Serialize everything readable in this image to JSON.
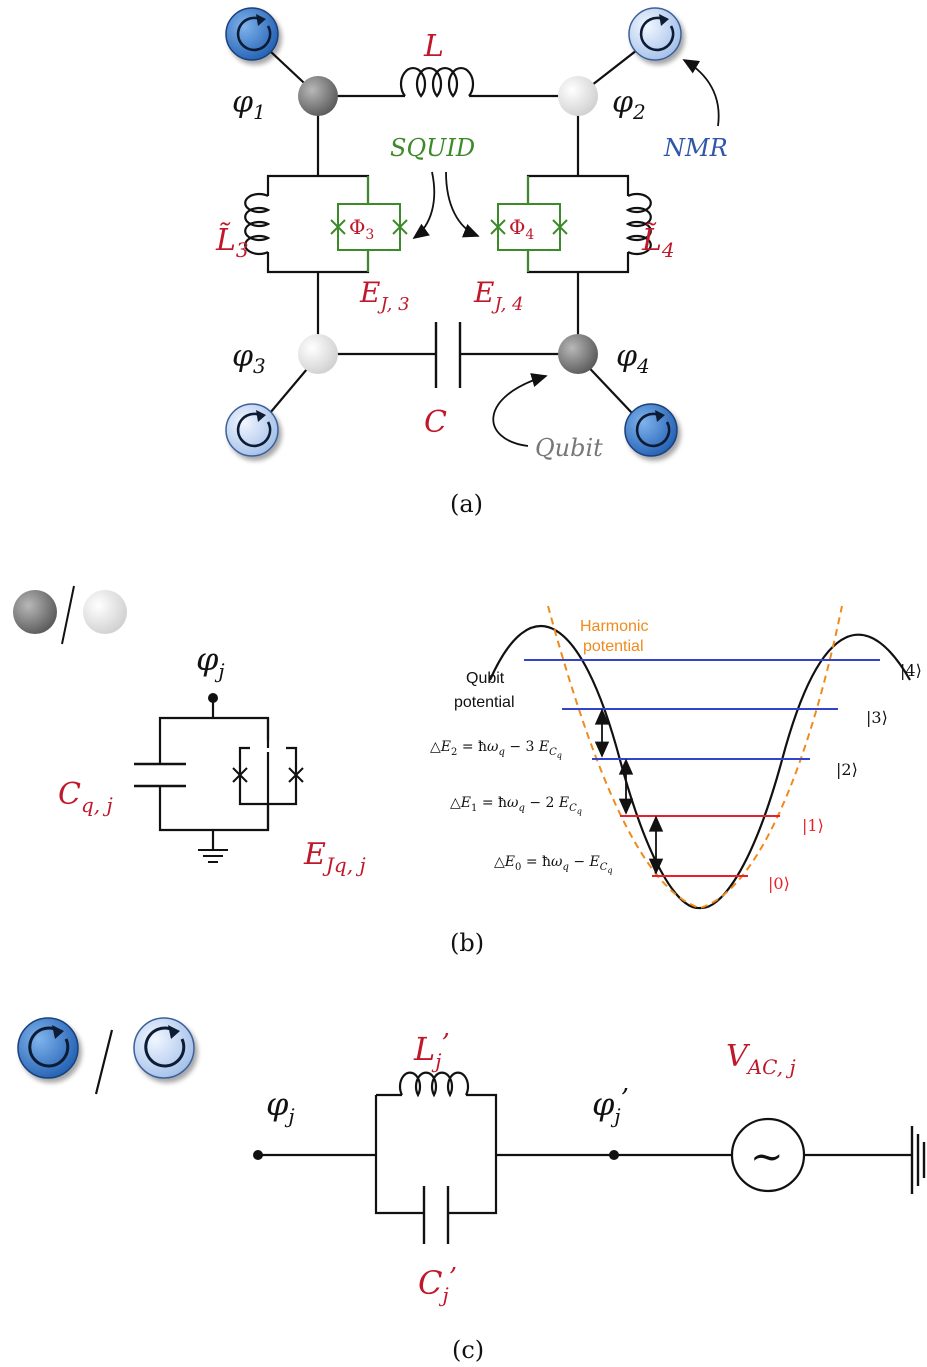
{
  "panel_a": {
    "caption": "(a)",
    "L": "L",
    "phi1": "φ1",
    "phi2": "φ2",
    "phi3": "φ3",
    "phi4": "φ4",
    "squid": "SQUID",
    "nmr": "NMR",
    "L3": "L̃3",
    "L4": "L̃4",
    "Phi3": "Φ3",
    "Phi4": "Φ4",
    "EJ3": "EJ, 3",
    "EJ4": "EJ, 4",
    "C": "C",
    "qubit": "Qubit"
  },
  "panel_b": {
    "caption": "(b)",
    "phij": "φj",
    "Cqj": "Cq, j",
    "EJqj": "EJq, j",
    "harmonic": [
      "Harmonic",
      "potential"
    ],
    "qubit_potential": [
      "Qubit",
      "potential"
    ],
    "dE2": "△E2 = ħωq − 3 ECq",
    "dE1": "△E1 = ħωq − 2 ECq",
    "dE0": "△E0 = ħωq − ECq",
    "states": [
      "|0⟩",
      "|1⟩",
      "|2⟩",
      "|3⟩",
      "|4⟩"
    ]
  },
  "panel_c": {
    "caption": "(c)",
    "phij": "φj",
    "phij_prime": "φj’",
    "Lj": "Lj’",
    "Cj": "Cj’",
    "VAC": "VAC, j",
    "source_symbol": "~"
  },
  "colors": {
    "label_red": "#c0182a",
    "squid_green": "#3c8a2a",
    "nmr_blue": "#3056a8",
    "qubit_grey": "#777777",
    "harmonic_orange": "#f08a1c",
    "level_blue": "#3344cc",
    "level_red": "#e8202a"
  }
}
